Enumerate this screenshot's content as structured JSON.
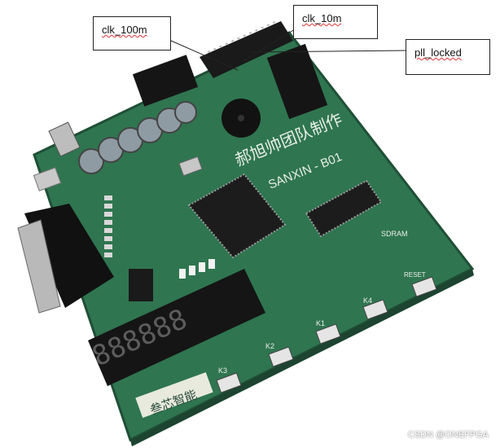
{
  "callouts": {
    "clk_100m": "clk_100m",
    "clk_10m": "clk_10m",
    "pll_locked": "pll_locked"
  },
  "board": {
    "brand_cn": "郝旭帅团队制作",
    "model": "SANXIN - B01",
    "sdram_label": "SDRAM",
    "reset_label": "RESET",
    "logo_cn": "叁芯智能",
    "button_labels": [
      "K1",
      "K2",
      "K3",
      "K4"
    ],
    "display_digits": "888888"
  },
  "watermark": "CSDN @ONEFPGA",
  "colors": {
    "pcb": "#2f7550",
    "pcb_dark": "#245d40",
    "chip": "#1c1c1c",
    "display": "#151515",
    "callout_border": "#222222"
  }
}
